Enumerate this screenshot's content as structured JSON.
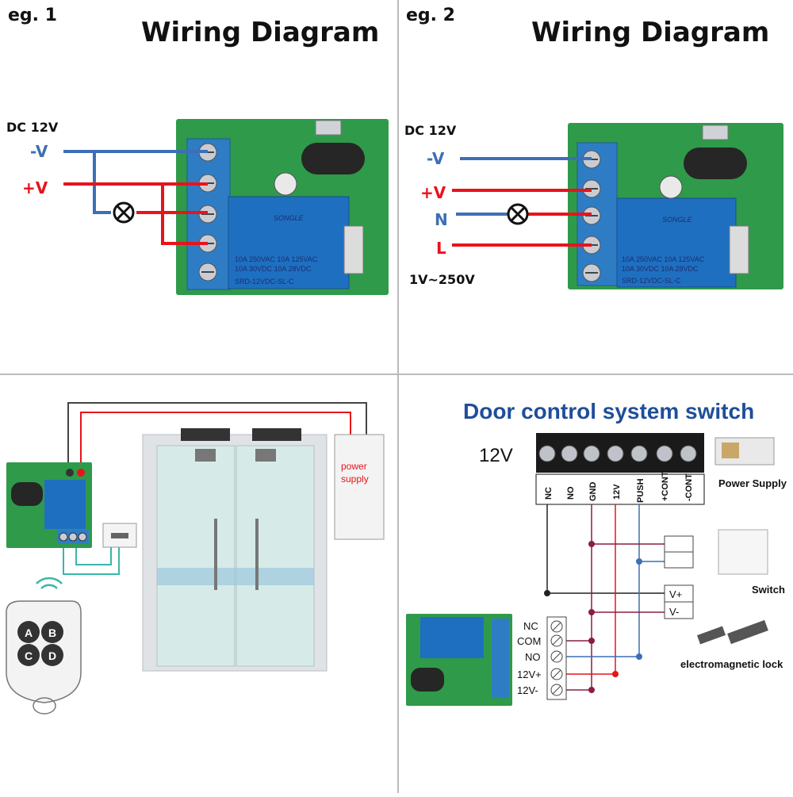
{
  "panel1": {
    "tag": "eg. 1",
    "title": "Wiring Diagram",
    "supply": "DC 12V",
    "neg": "-V",
    "pos": "+V",
    "relay_brand": "SONGLE",
    "relay_specs": [
      "10A 250VAC  10A 125VAC",
      "10A  30VDC  10A  28VDC"
    ],
    "relay_model": "SRD-12VDC-SL-C"
  },
  "panel2": {
    "tag": "eg. 2",
    "title": "Wiring Diagram",
    "supply": "DC 12V",
    "neg": "-V",
    "pos": "+V",
    "n": "N",
    "l": "L",
    "range": "1V~250V",
    "relay_brand": "SONGLE",
    "relay_specs": [
      "10A 250VAC  10A 125VAC",
      "10A  30VDC  10A  28VDC"
    ],
    "relay_model": "SRD-12VDC-SL-C"
  },
  "panel3": {
    "power_supply_label": "power supply",
    "remote_buttons": [
      "A",
      "B",
      "C",
      "D"
    ]
  },
  "panel4": {
    "title": "Door control system switch",
    "voltage": "12V",
    "terminal_labels": [
      "NC",
      "NO",
      "GND",
      "12V",
      "PUSH",
      "+CONT",
      "-CONT"
    ],
    "power_supply": "Power Supply",
    "switch": "Switch",
    "lock": "electromagnetic lock",
    "vplus": "V+",
    "vminus": "V-",
    "relay_terminals": [
      "NC",
      "COM",
      "NO",
      "12V+",
      "12V-"
    ]
  },
  "colors": {
    "blue_wire": "#3d6fb6",
    "red_wire": "#e8131b",
    "title_blue": "#1f4e9a"
  }
}
